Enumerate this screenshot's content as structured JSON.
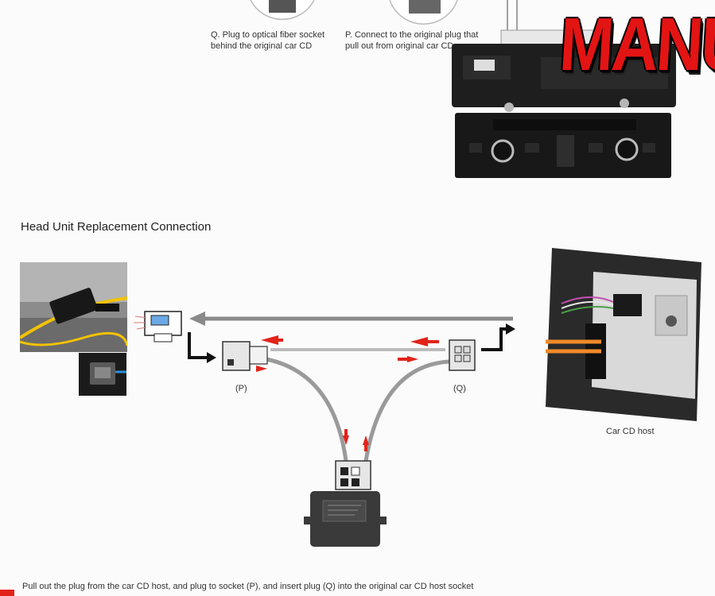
{
  "captions": {
    "q": "Q. Plug to optical fiber socket behind the original car CD",
    "p": "P. Connect to the original plug that pull out from original car CD"
  },
  "overlay": {
    "manual": "MANUAL"
  },
  "section": {
    "title": "Head Unit Replacement Connection"
  },
  "diagram": {
    "label_p": "(P)",
    "label_q": "(Q)",
    "label_host": "Car CD host"
  },
  "instruction": "Pull out the plug from the car CD host, and plug to socket (P), and insert plug (Q) into the original car CD host socket",
  "colors": {
    "arrow_red": "#e2231a",
    "fiber_orange": "#f08a2a",
    "fiber_yellow": "#f2c200",
    "manual_red": "#e31414"
  }
}
